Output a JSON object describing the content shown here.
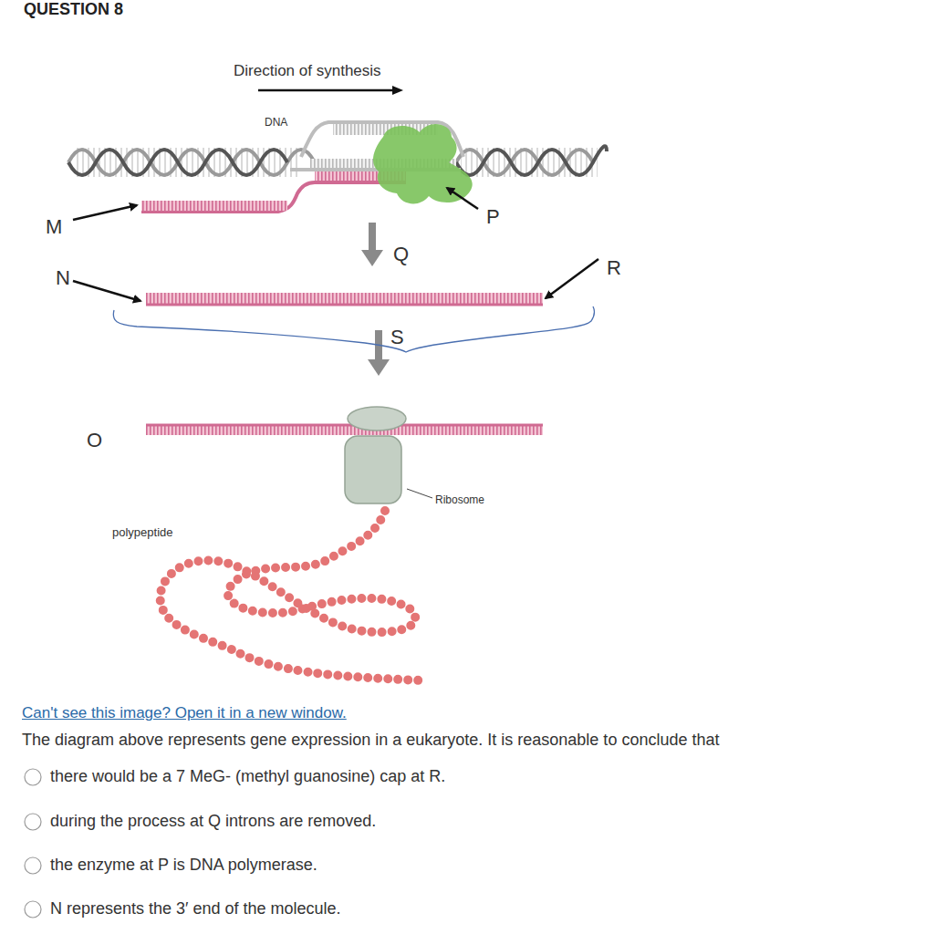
{
  "diagram": {
    "title": "QUESTION 8",
    "labels": [
      "Direction of synthesis",
      "DNA",
      "M",
      "P",
      "Q",
      "N",
      "R",
      "S",
      "O",
      "Ribosome",
      "polypeptide",
      "Can't see this image? Open it in a new window.",
      "The diagram above represents gene expression in a eukaryote. It is reasonable to conclude that",
      "there would be a 7 MeG- (methyl guanosine) cap at R.",
      "during the process at Q introns are removed.",
      "the enzyme at P is DNA polymerase.",
      "N represents the 3′ end of the molecule."
    ]
  }
}
